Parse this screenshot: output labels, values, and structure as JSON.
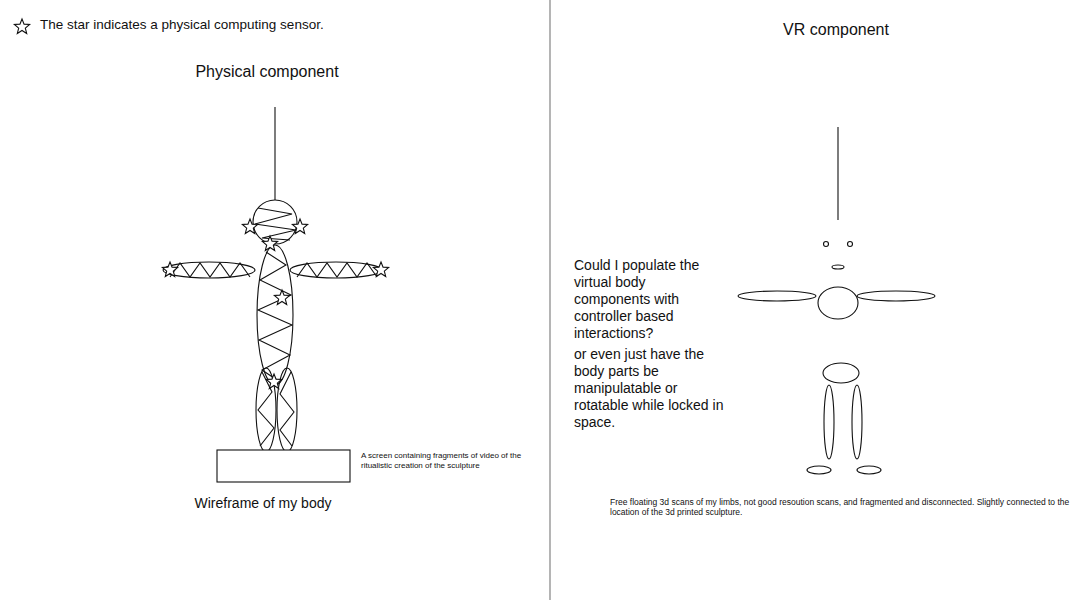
{
  "diagram": {
    "labels": [
      "Physical component",
      "Wireframe of my body",
      "A screen containing fragments of video of the ritualistic creation of the sculpture",
      "VR component",
      "Could I populate the virtual body components with controller based interactions?",
      "or even just have the body parts be manipulatable or rotatable while locked in space.",
      "Free floating 3d scans of my limbs, not good resoution scans, and fragmented and disconnected. Slightly connected to the location of the 3d printed sculpture."
    ],
    "legend": [
      {
        "text": "The star indicates a physical computing sensor."
      }
    ]
  }
}
